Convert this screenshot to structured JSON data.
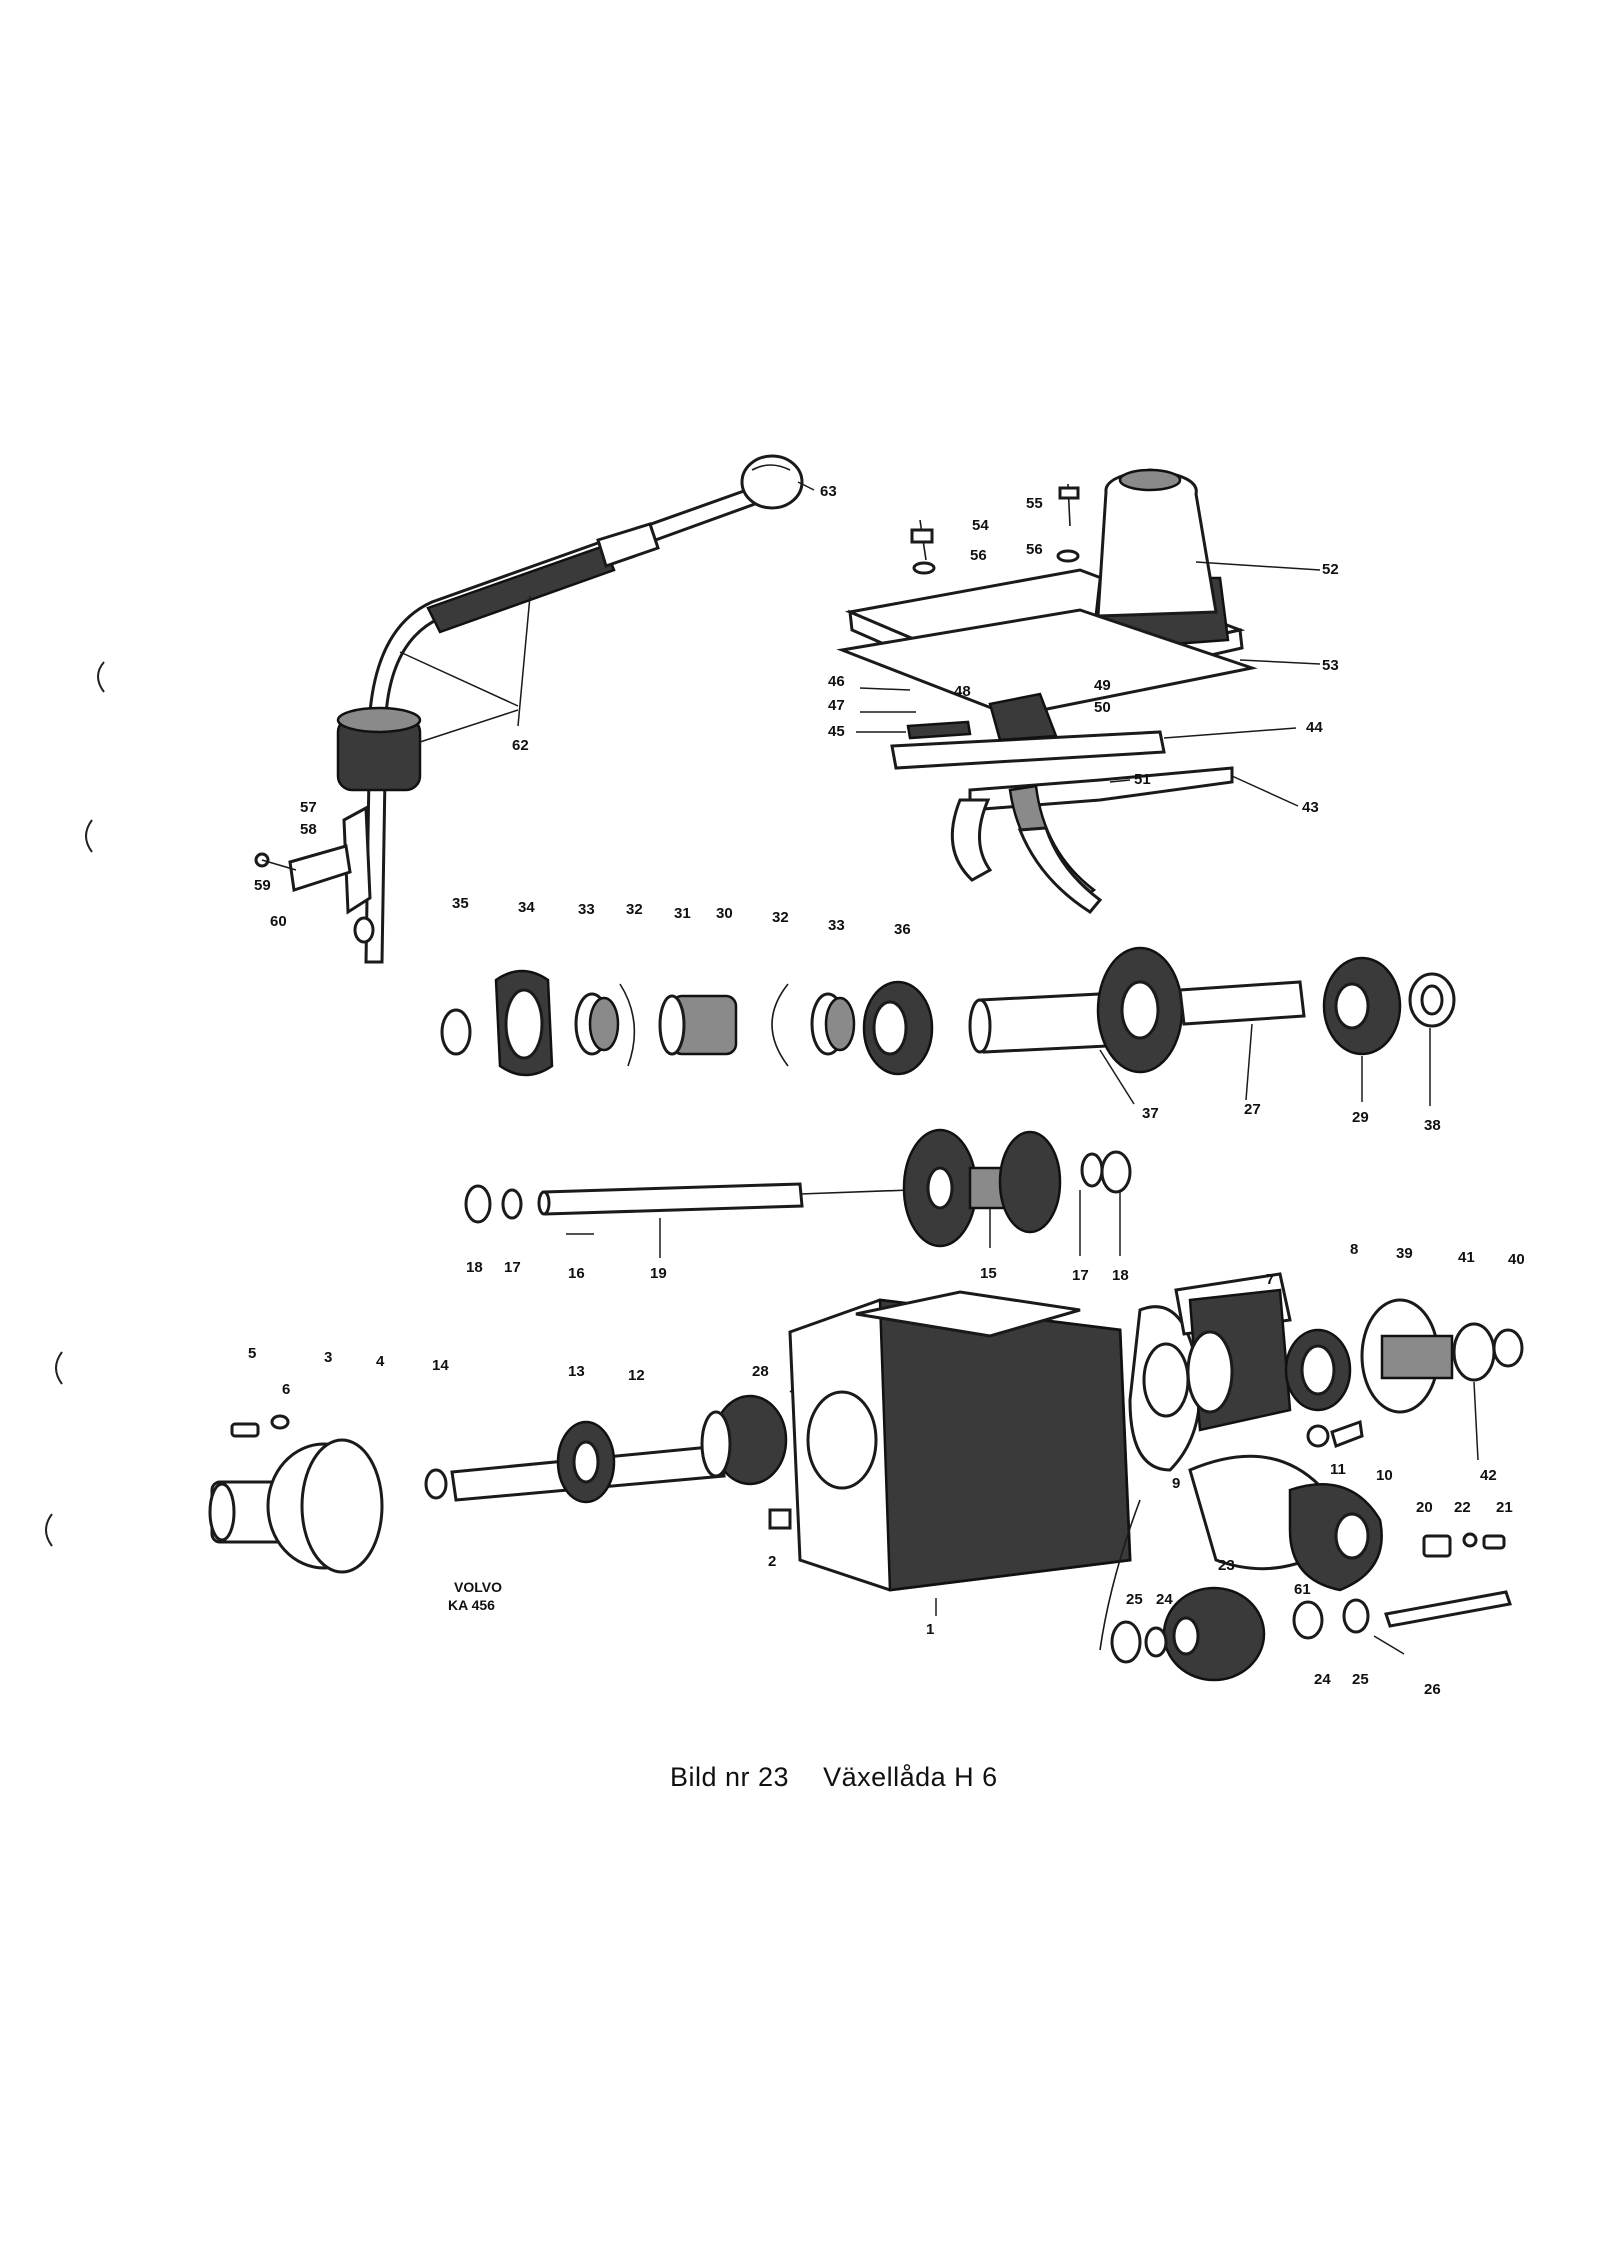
{
  "figure": {
    "caption_number": "Bild nr 23",
    "caption_title": "Växellåda H 6",
    "stamp_line1": "VOLVO",
    "stamp_line2": "KA 456"
  },
  "part_labels": [
    {
      "id": "63",
      "text": "63"
    },
    {
      "id": "62",
      "text": "62"
    },
    {
      "id": "57",
      "text": "57"
    },
    {
      "id": "58",
      "text": "58"
    },
    {
      "id": "59",
      "text": "59"
    },
    {
      "id": "60",
      "text": "60"
    },
    {
      "id": "55",
      "text": "55"
    },
    {
      "id": "54",
      "text": "54"
    },
    {
      "id": "56a",
      "text": "56"
    },
    {
      "id": "56b",
      "text": "56"
    },
    {
      "id": "52",
      "text": "52"
    },
    {
      "id": "53",
      "text": "53"
    },
    {
      "id": "46",
      "text": "46"
    },
    {
      "id": "47",
      "text": "47"
    },
    {
      "id": "48",
      "text": "48"
    },
    {
      "id": "49",
      "text": "49"
    },
    {
      "id": "50",
      "text": "50"
    },
    {
      "id": "45",
      "text": "45"
    },
    {
      "id": "44",
      "text": "44"
    },
    {
      "id": "51",
      "text": "51"
    },
    {
      "id": "43",
      "text": "43"
    },
    {
      "id": "35",
      "text": "35"
    },
    {
      "id": "34",
      "text": "34"
    },
    {
      "id": "33a",
      "text": "33"
    },
    {
      "id": "32a",
      "text": "32"
    },
    {
      "id": "31",
      "text": "31"
    },
    {
      "id": "30",
      "text": "30"
    },
    {
      "id": "32b",
      "text": "32"
    },
    {
      "id": "33b",
      "text": "33"
    },
    {
      "id": "36",
      "text": "36"
    },
    {
      "id": "37",
      "text": "37"
    },
    {
      "id": "27",
      "text": "27"
    },
    {
      "id": "29",
      "text": "29"
    },
    {
      "id": "38",
      "text": "38"
    },
    {
      "id": "18a",
      "text": "18"
    },
    {
      "id": "17a",
      "text": "17"
    },
    {
      "id": "16",
      "text": "16"
    },
    {
      "id": "19",
      "text": "19"
    },
    {
      "id": "15",
      "text": "15"
    },
    {
      "id": "17b",
      "text": "17"
    },
    {
      "id": "18b",
      "text": "18"
    },
    {
      "id": "7",
      "text": "7"
    },
    {
      "id": "8",
      "text": "8"
    },
    {
      "id": "39",
      "text": "39"
    },
    {
      "id": "41",
      "text": "41"
    },
    {
      "id": "40",
      "text": "40"
    },
    {
      "id": "5",
      "text": "5"
    },
    {
      "id": "3",
      "text": "3"
    },
    {
      "id": "6",
      "text": "6"
    },
    {
      "id": "4",
      "text": "4"
    },
    {
      "id": "14",
      "text": "14"
    },
    {
      "id": "13",
      "text": "13"
    },
    {
      "id": "12",
      "text": "12"
    },
    {
      "id": "28",
      "text": "28"
    },
    {
      "id": "9",
      "text": "9"
    },
    {
      "id": "11",
      "text": "11"
    },
    {
      "id": "10",
      "text": "10"
    },
    {
      "id": "42",
      "text": "42"
    },
    {
      "id": "20",
      "text": "20"
    },
    {
      "id": "22",
      "text": "22"
    },
    {
      "id": "21",
      "text": "21"
    },
    {
      "id": "2",
      "text": "2"
    },
    {
      "id": "1",
      "text": "1"
    },
    {
      "id": "61",
      "text": "61"
    },
    {
      "id": "23",
      "text": "23"
    },
    {
      "id": "25a",
      "text": "25"
    },
    {
      "id": "24a",
      "text": "24"
    },
    {
      "id": "24b",
      "text": "24"
    },
    {
      "id": "25b",
      "text": "25"
    },
    {
      "id": "26",
      "text": "26"
    }
  ]
}
